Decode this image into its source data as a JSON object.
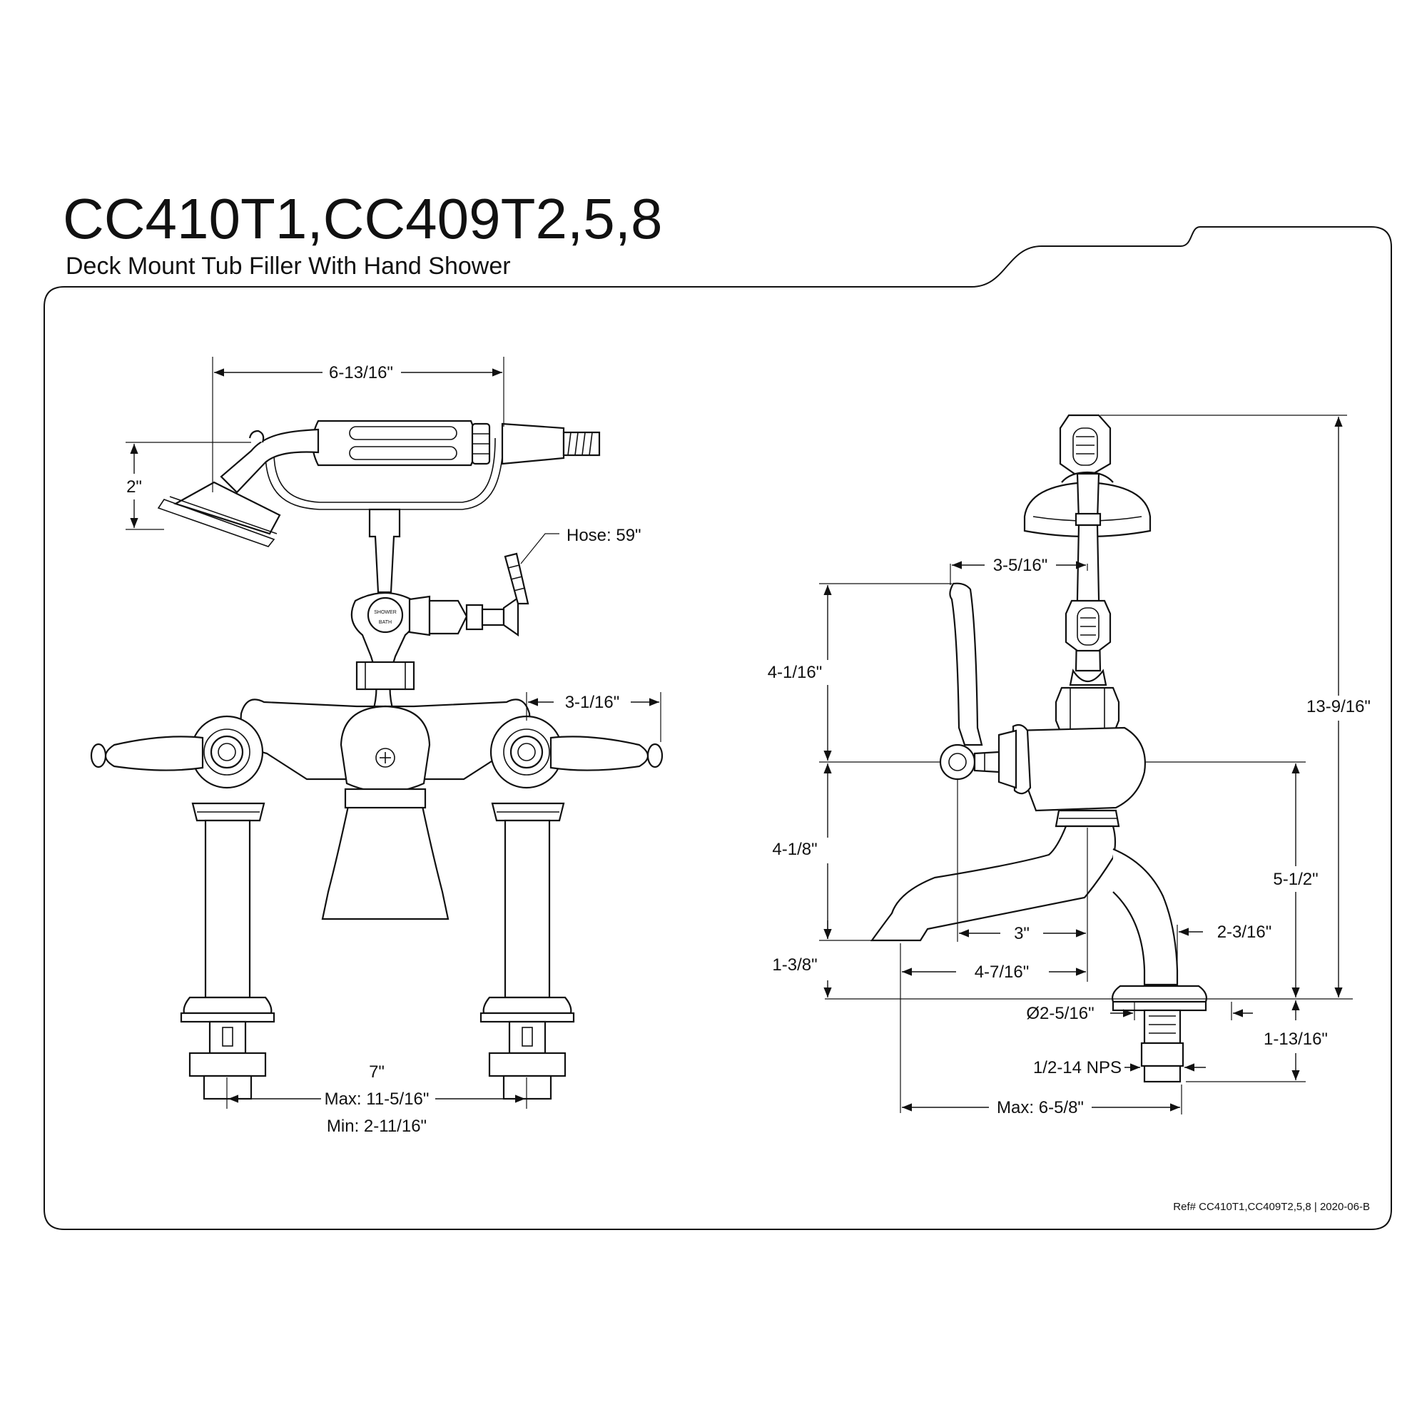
{
  "header": {
    "model": "CC410T1,CC409T2,5,8",
    "description": "Deck Mount Tub Filler With Hand Shower"
  },
  "front_view": {
    "width_overall": "6-13/16\"",
    "handshower_height": "2\"",
    "hose": "Hose: 59\"",
    "diverter_label_top": "SHOWER",
    "diverter_label_bottom": "BATH",
    "handle_reach": "3-1/16\"",
    "center_nominal": "7\"",
    "center_max": "Max: 11-5/16\"",
    "center_min": "Min: 2-11/16\""
  },
  "side_view": {
    "cradle_offset": "3-5/16\"",
    "total_height": "13-9/16\"",
    "upper_height": "4-1/16\"",
    "lower_height": "4-1/8\"",
    "body_height": "5-1/2\"",
    "spout_height": "1-3/8\"",
    "handle_to_center": "3\"",
    "spout_reach": "4-7/16\"",
    "leg_offset": "2-3/16\"",
    "flange_diameter": "Ø2-5/16\"",
    "shank_length": "1-13/16\"",
    "thread": "1/2-14 NPS",
    "max_reach": "Max: 6-5/8\""
  },
  "footer": {
    "reference": "Ref# CC410T1,CC409T2,5,8 | 2020-06-B"
  }
}
